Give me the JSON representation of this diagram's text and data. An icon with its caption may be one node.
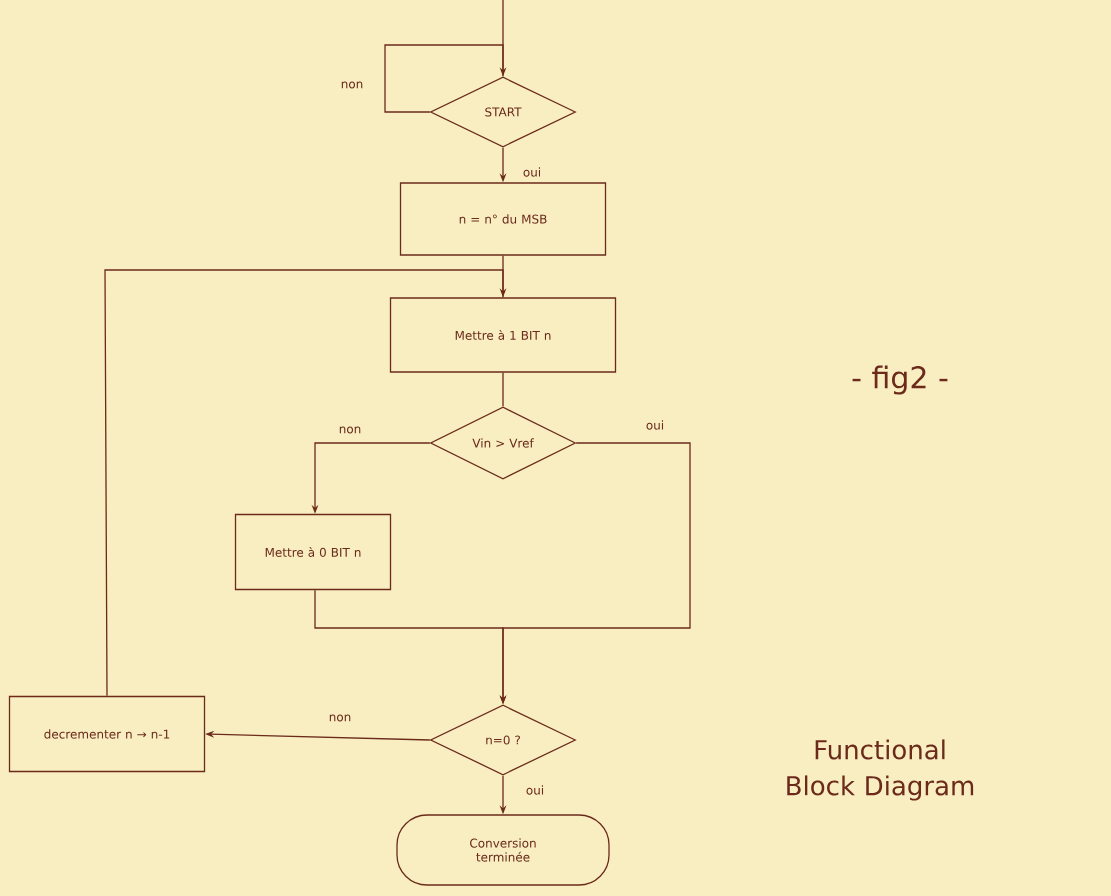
{
  "diagram": {
    "nodes": [
      {
        "text": [
          "START"
        ]
      },
      {
        "text": [
          "n = n° du MSB"
        ]
      },
      {
        "text": [
          "Mettre à 1 BIT n"
        ]
      },
      {
        "text": [
          "Vin > Vref"
        ]
      },
      {
        "text": [
          "Mettre à 0 BIT n"
        ]
      },
      {
        "text": [
          "n=0 ?"
        ]
      },
      {
        "text": [
          "decrementer n → n-1"
        ]
      },
      {
        "text": [
          "Conversion terminée"
        ]
      }
    ],
    "edges": [
      {
        "from": null,
        "to": 0,
        "arrow": "none"
      },
      {
        "from": 0,
        "to": 0,
        "arrow": "to",
        "label": "non"
      },
      {
        "from": 0,
        "to": 1,
        "arrow": "to",
        "label": "oui"
      },
      {
        "from": 1,
        "to": 2,
        "arrow": "none"
      },
      {
        "from": 6,
        "to": 2,
        "arrow": "to"
      },
      {
        "from": 2,
        "to": 3,
        "arrow": "none"
      },
      {
        "from": 3,
        "to": 4,
        "arrow": "to",
        "label": "non"
      },
      {
        "from": 3,
        "to": 5,
        "arrow": "to",
        "label": "oui"
      },
      {
        "from": 4,
        "to": 5,
        "arrow": "to"
      },
      {
        "from": 5,
        "to": 6,
        "arrow": "to",
        "label": "non"
      },
      {
        "from": 5,
        "to": 7,
        "arrow": "to",
        "label": "oui"
      }
    ],
    "labels": [
      "- fig2 -",
      "Functional Block Diagram"
    ]
  }
}
